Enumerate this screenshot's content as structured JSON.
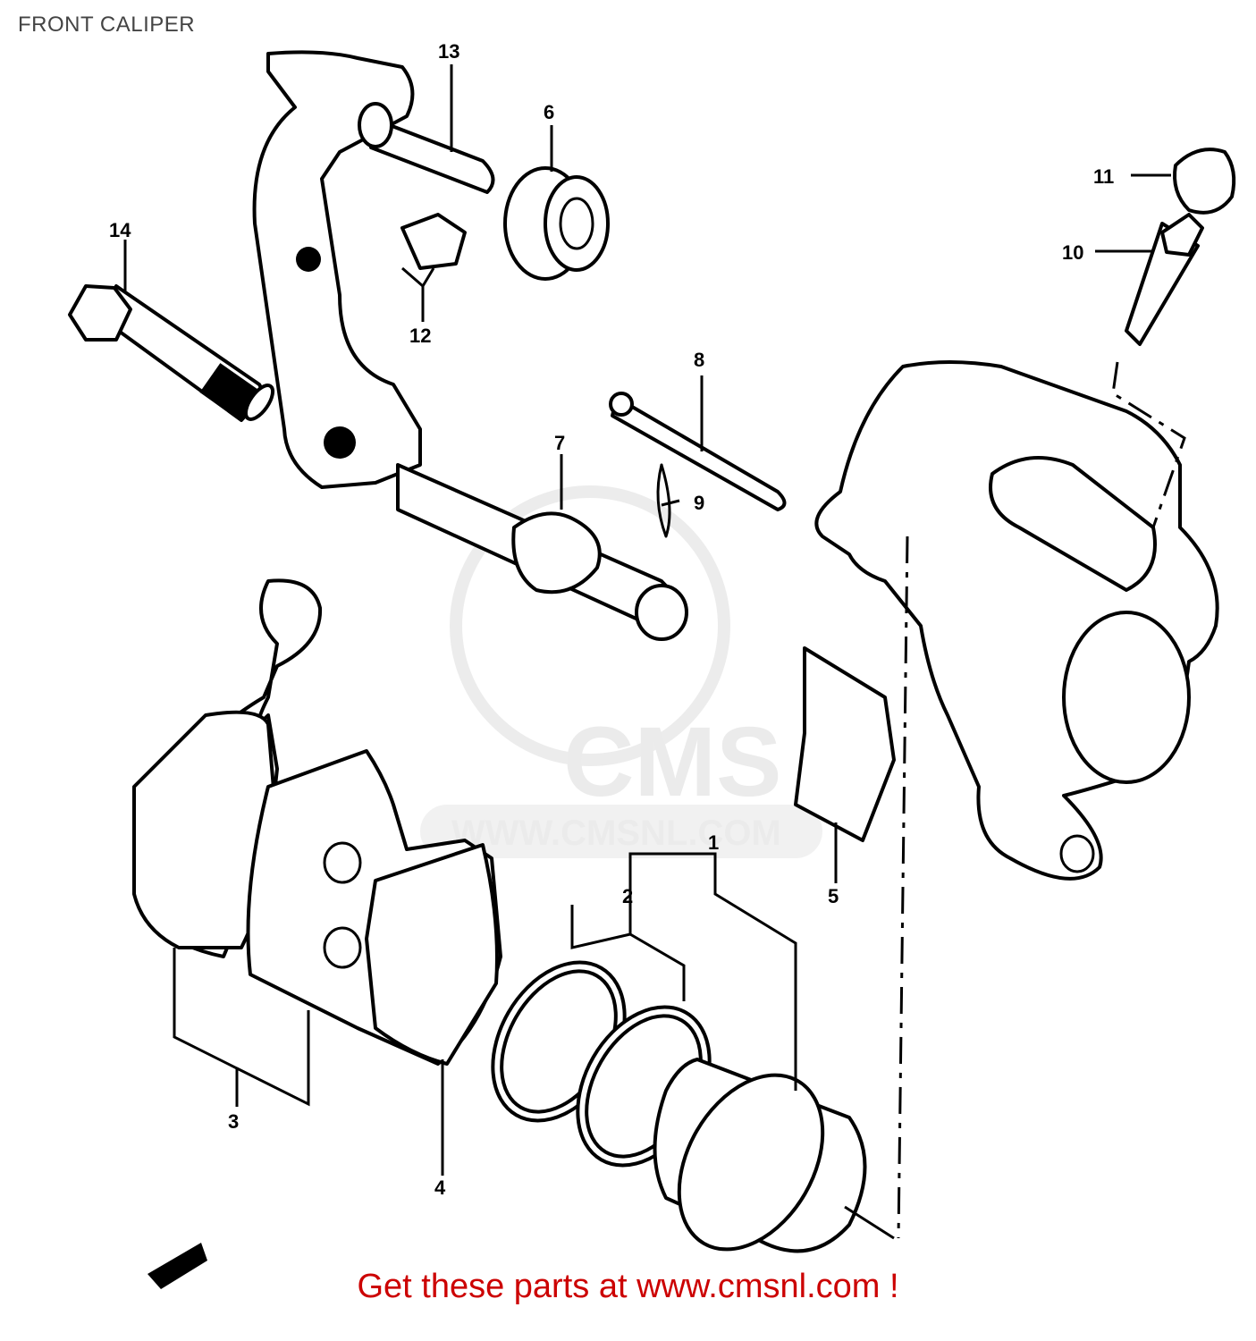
{
  "header": {
    "title": "FRONT CALIPER"
  },
  "watermark": {
    "brand": "CMS",
    "url": "WWW.CMSNL.COM"
  },
  "callouts": [
    {
      "id": "c1",
      "label": "1"
    },
    {
      "id": "c2",
      "label": "2"
    },
    {
      "id": "c3",
      "label": "3"
    },
    {
      "id": "c4",
      "label": "4"
    },
    {
      "id": "c5",
      "label": "5"
    },
    {
      "id": "c6",
      "label": "6"
    },
    {
      "id": "c7",
      "label": "7"
    },
    {
      "id": "c8",
      "label": "8"
    },
    {
      "id": "c9",
      "label": "9"
    },
    {
      "id": "c10",
      "label": "10"
    },
    {
      "id": "c11",
      "label": "11"
    },
    {
      "id": "c12",
      "label": "12"
    },
    {
      "id": "c13",
      "label": "13"
    },
    {
      "id": "c14",
      "label": "14"
    }
  ],
  "footer": {
    "text": "Get these parts at www.cmsnl.com !",
    "color": "#cc0000"
  }
}
